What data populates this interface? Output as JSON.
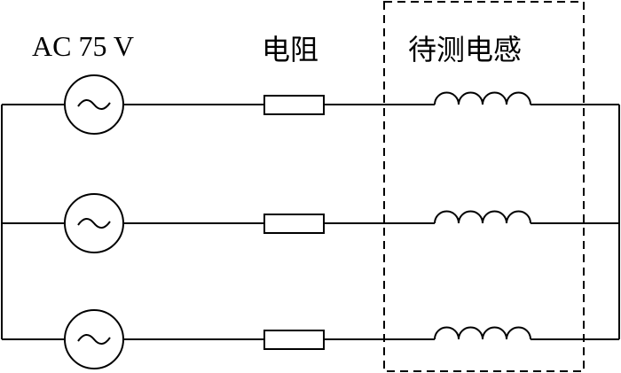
{
  "labels": {
    "source": "AC 75 V",
    "resistor": "电阻",
    "inductor_under_test": "待测电感"
  },
  "circuit": {
    "branches": [
      {
        "components": [
          "ac-source",
          "resistor",
          "inductor"
        ]
      },
      {
        "components": [
          "ac-source",
          "resistor",
          "inductor"
        ]
      },
      {
        "components": [
          "ac-source",
          "resistor",
          "inductor"
        ]
      }
    ],
    "ac_symbol": "~"
  },
  "colors": {
    "line": "#000000",
    "background": "#ffffff"
  }
}
